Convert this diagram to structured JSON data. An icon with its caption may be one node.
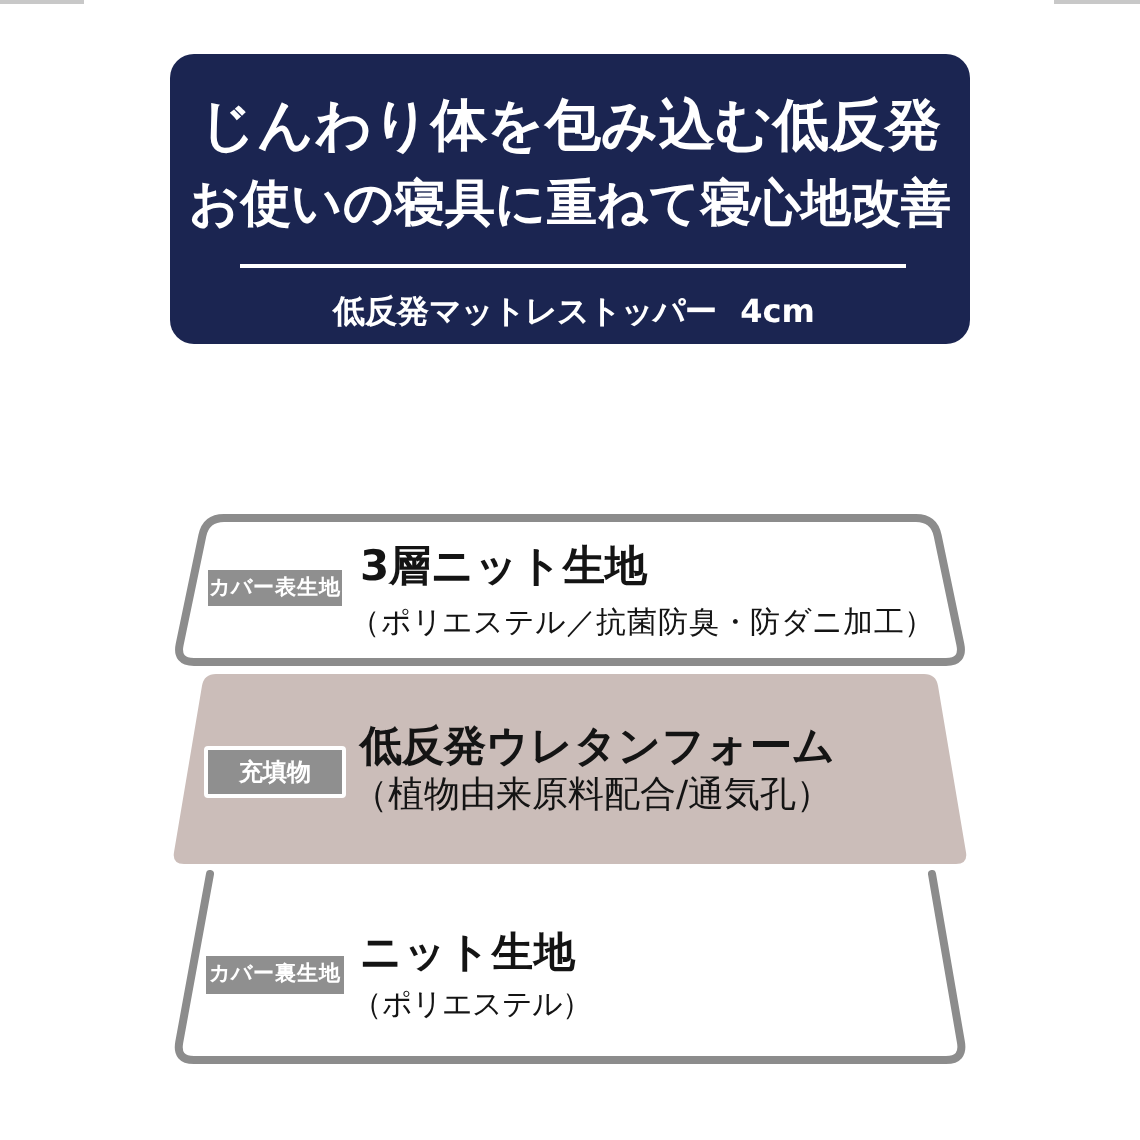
{
  "diagram": {
    "nodes": [
      {
        "text": [
          "じんわり体を包み込む低反発",
          "お使いの寝具に重ねて寝心地改善",
          "低反発マットレストッパー 4cm"
        ]
      },
      {
        "text": [
          "3層ニット生地",
          "（ポリエステル／抗菌防臭・防ダニ加工）"
        ]
      },
      {
        "text": [
          "カバー表生地"
        ],
        "in": 1
      },
      {
        "text": [
          "低反発ウレタンフォーム",
          "（植物由来原料配合/通気孔）"
        ]
      },
      {
        "text": [
          "充填物"
        ],
        "in": 3
      },
      {
        "text": [
          "ニット生地",
          "（ポリエステル）"
        ]
      },
      {
        "text": [
          "カバー裏生地"
        ],
        "in": 5
      }
    ]
  }
}
